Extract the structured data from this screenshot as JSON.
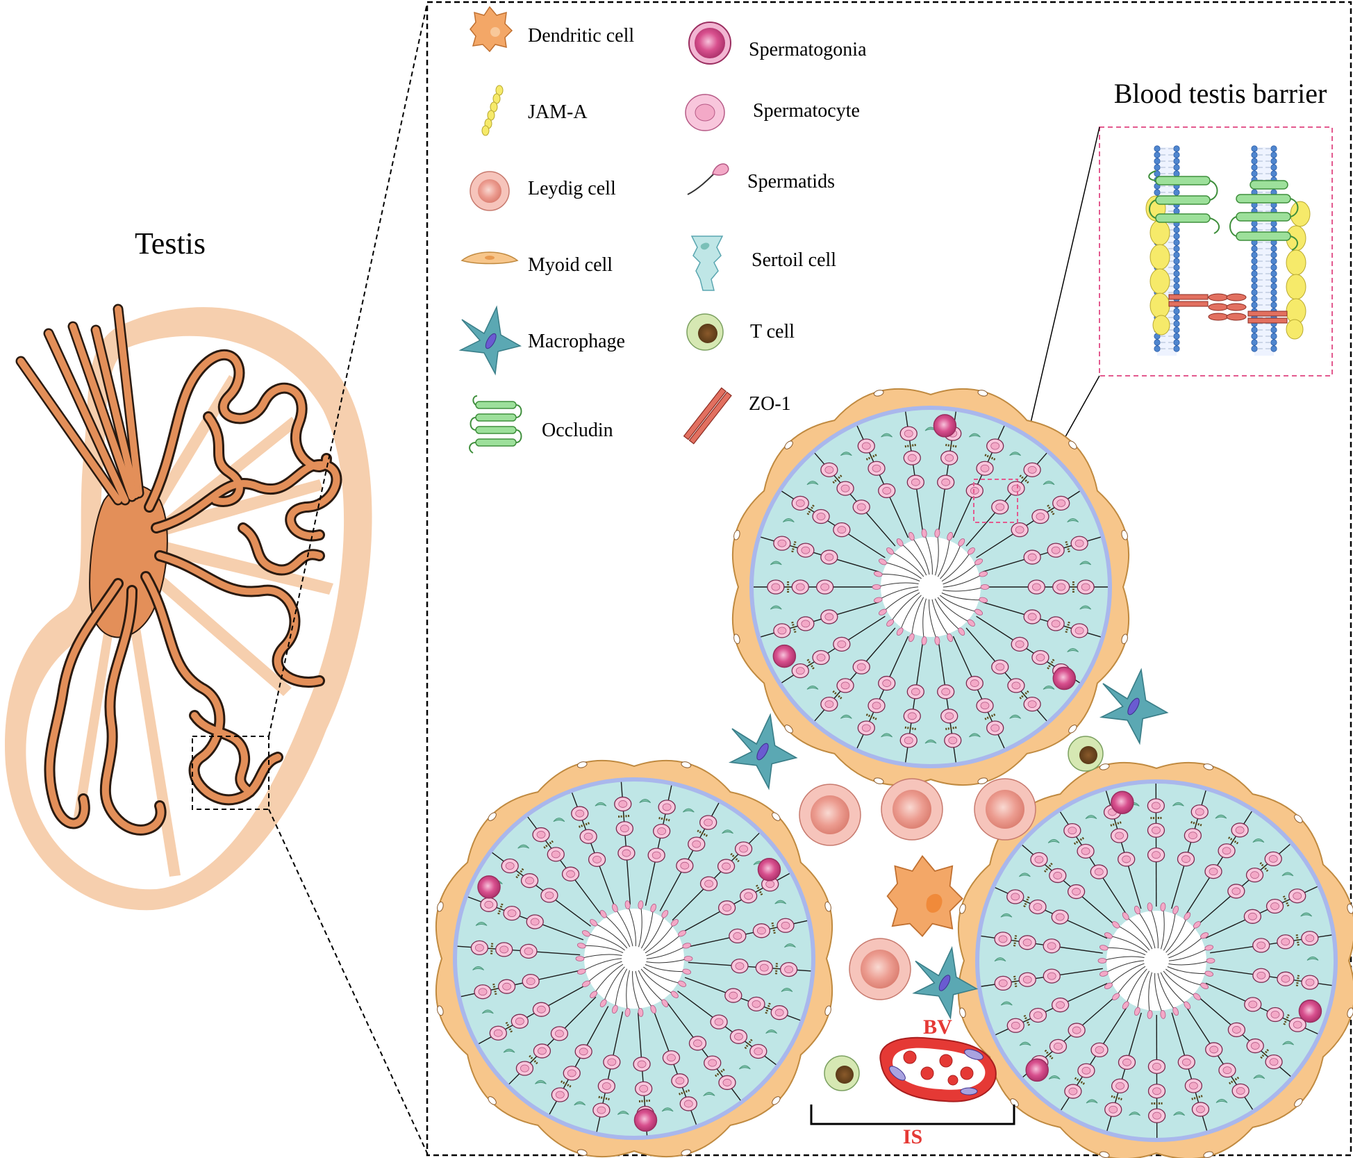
{
  "testis": {
    "title": "Testis"
  },
  "legend": {
    "left": [
      {
        "icon": "dendritic-cell-icon",
        "label": "Dendritic cell"
      },
      {
        "icon": "jam-a-icon",
        "label": "JAM-A"
      },
      {
        "icon": "leydig-cell-icon",
        "label": "Leydig cell"
      },
      {
        "icon": "myoid-cell-icon",
        "label": "Myoid cell"
      },
      {
        "icon": "macrophage-icon",
        "label": "Macrophage"
      },
      {
        "icon": "occludin-icon",
        "label": "Occludin"
      }
    ],
    "right": [
      {
        "icon": "spermatogonia-icon",
        "label": "Spermatogonia"
      },
      {
        "icon": "spermatocyte-icon",
        "label": "Spermatocyte"
      },
      {
        "icon": "spermatids-icon",
        "label": "Spermatids"
      },
      {
        "icon": "sertoli-cell-icon",
        "label": "Sertoil cell"
      },
      {
        "icon": "t-cell-icon",
        "label": "T cell"
      },
      {
        "icon": "zo-1-icon",
        "label": "ZO-1"
      }
    ]
  },
  "btb": {
    "title": "Blood testis barrier"
  },
  "labels": {
    "bv": "BV",
    "is": "IS"
  },
  "colors": {
    "tubule_fill": "#8a4f20",
    "tubule_orange": "#e38f59",
    "capsule": "#f6cfae",
    "lumen_tissue": "#bfe6e6",
    "basement": "#a9b7ec",
    "myoid": "#f7c68b",
    "spermatocyte": "#f3a9c7",
    "spermatogonia": "#d8508e",
    "leydig": "#ec9c90",
    "macrophage": "#5ba8b3",
    "dendritic": "#f3a767",
    "occludin": "#9de09b",
    "zo1": "#e27060",
    "jam_a": "#f6ea6a",
    "membrane": "#4f86cf",
    "highlight": "#e35a8f",
    "bv_red": "#e53935",
    "label_red": "#e53935"
  }
}
